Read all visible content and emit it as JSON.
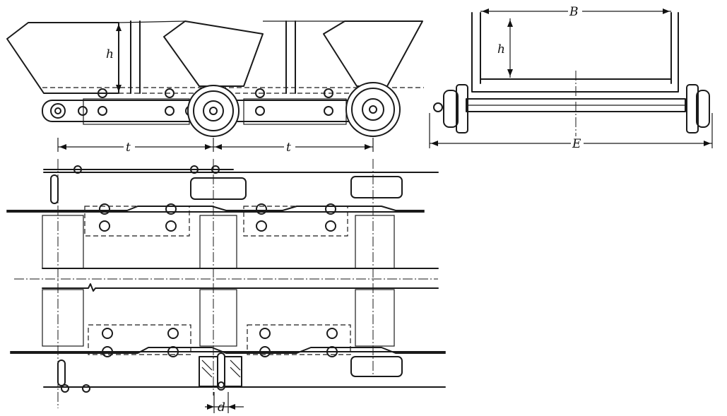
{
  "labels": {
    "pitch_left": "t",
    "pitch_right": "t",
    "bucket_height_side": "h",
    "bucket_height_front": "h",
    "bucket_width": "B",
    "overall_width": "E",
    "pin_diameter": "d"
  },
  "colors": {
    "ink": "#1a1a1a",
    "paper": "#ffffff"
  }
}
